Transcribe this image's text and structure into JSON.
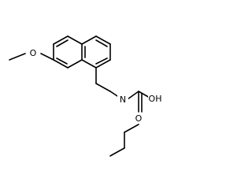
{
  "molecule": {
    "atoms": {
      "methoxy_o": "O",
      "n": "N",
      "carbonyl_o": "OH",
      "ester_o": "O"
    },
    "bond_color": "#000000",
    "background": "#ffffff"
  }
}
